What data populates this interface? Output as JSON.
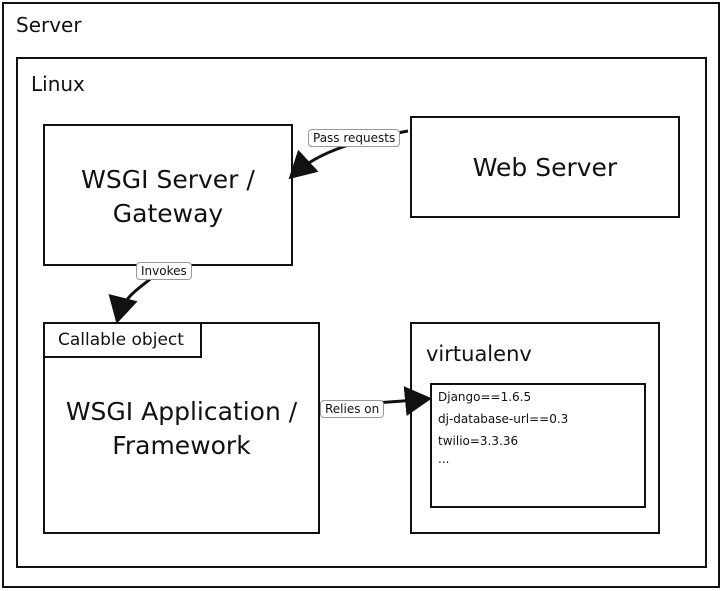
{
  "server": {
    "label": "Server"
  },
  "linux": {
    "label": "Linux"
  },
  "wsgi_server": {
    "line1": "WSGI Server /",
    "line2": "Gateway"
  },
  "web_server": {
    "label": "Web Server"
  },
  "callable": {
    "label": "Callable object"
  },
  "wsgi_app": {
    "line1": "WSGI Application /",
    "line2": "Framework"
  },
  "virtualenv": {
    "label": "virtualenv",
    "packages": [
      "Django==1.6.5",
      "dj-database-url==0.3",
      "twilio=3.3.36",
      "..."
    ]
  },
  "edges": {
    "pass_requests": "Pass requests",
    "invokes": "Invokes",
    "relies_on": "Relies on"
  }
}
